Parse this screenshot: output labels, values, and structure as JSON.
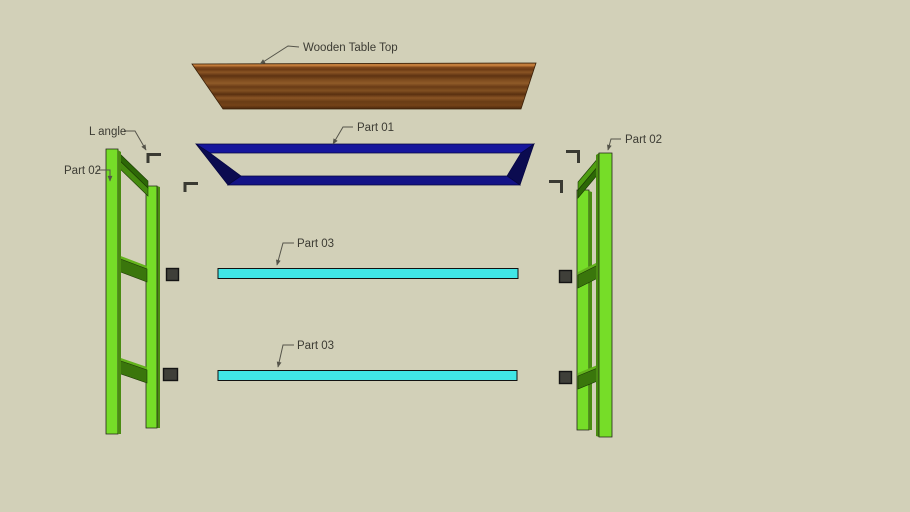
{
  "scene": {
    "labels": {
      "wooden_table_top": "Wooden Table Top",
      "part_01": "Part 01",
      "part_02_left": "Part 02",
      "part_02_right": "Part 02",
      "part_03_upper": "Part 03",
      "part_03_lower": "Part 03",
      "l_angle": "L angle"
    },
    "parts": [
      {
        "name": "wooden-table-top",
        "color_family": "brown wood"
      },
      {
        "name": "part-01-top-frame",
        "color_family": "navy blue"
      },
      {
        "name": "part-02-left-leg-frame",
        "color_family": "lime green"
      },
      {
        "name": "part-02-right-leg-frame",
        "color_family": "lime green"
      },
      {
        "name": "part-03-upper-shelf",
        "color_family": "cyan"
      },
      {
        "name": "part-03-lower-shelf",
        "color_family": "cyan"
      },
      {
        "name": "l-angle-brackets",
        "color_family": "dark gray"
      }
    ]
  },
  "colors": {
    "background": "#d2d0b8",
    "wood_light": "#c28040",
    "wood_dark": "#5e3312",
    "frame_navy": "#16169c",
    "frame_navy_bottom": "#131387",
    "frame_navy_shadow": "#0b0b50",
    "leg_lime": "#76dd28",
    "leg_lime_shade": "#4a8c12",
    "cross_green": "#3a760c",
    "cross_green_light": "#63b31c",
    "cross_green_dark": "#2d6807",
    "shelf_cyan": "#40e6e6",
    "hardware_dark": "#3a3a32",
    "hardware_fill": "#3f3f39",
    "label_text": "#3c3b33",
    "leader_line": "#55544a"
  }
}
